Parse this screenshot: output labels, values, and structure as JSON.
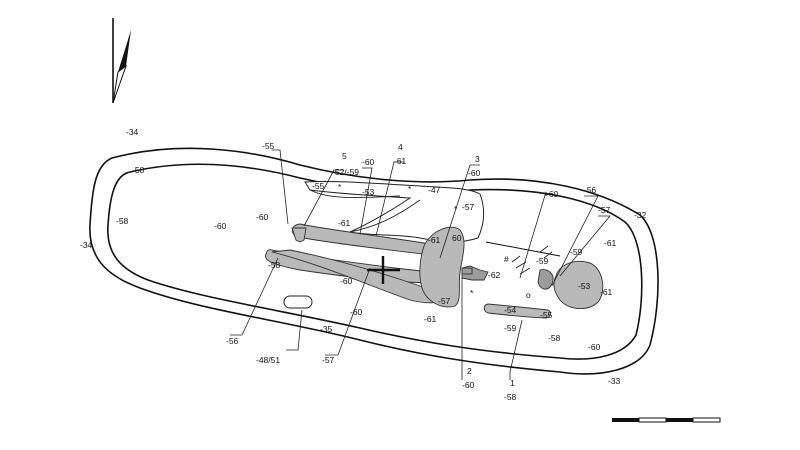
{
  "figure": {
    "north_arrow": "north-arrow",
    "elevations_outside": [
      "-34",
      "-34",
      "-32",
      "-33"
    ],
    "elevations_inside": [
      "-58",
      "-58",
      "-60",
      "-60",
      "-61",
      "-60",
      "-58",
      "-60",
      "-35",
      "-61",
      "-61",
      "-59",
      "-53",
      "-61",
      "-60",
      "-58",
      "-59",
      "-54",
      "-55",
      "-57",
      "-62",
      "-53",
      "-47",
      "-57",
      "-61",
      "60",
      "-55",
      "-52/-59"
    ],
    "finds": [
      {
        "number": "1",
        "depth": "-58"
      },
      {
        "number": "2",
        "depth": "-60"
      },
      {
        "number": "3",
        "depth": "-60"
      },
      {
        "number": "4",
        "depth": "-61"
      },
      {
        "number": "5",
        "depth": "-52/-59"
      }
    ],
    "callouts": [
      "-55",
      "-60",
      "-60",
      "-56",
      "-57",
      "-56",
      "-48/51",
      "-57",
      "-59"
    ],
    "scale_bar": "scale-bar"
  }
}
